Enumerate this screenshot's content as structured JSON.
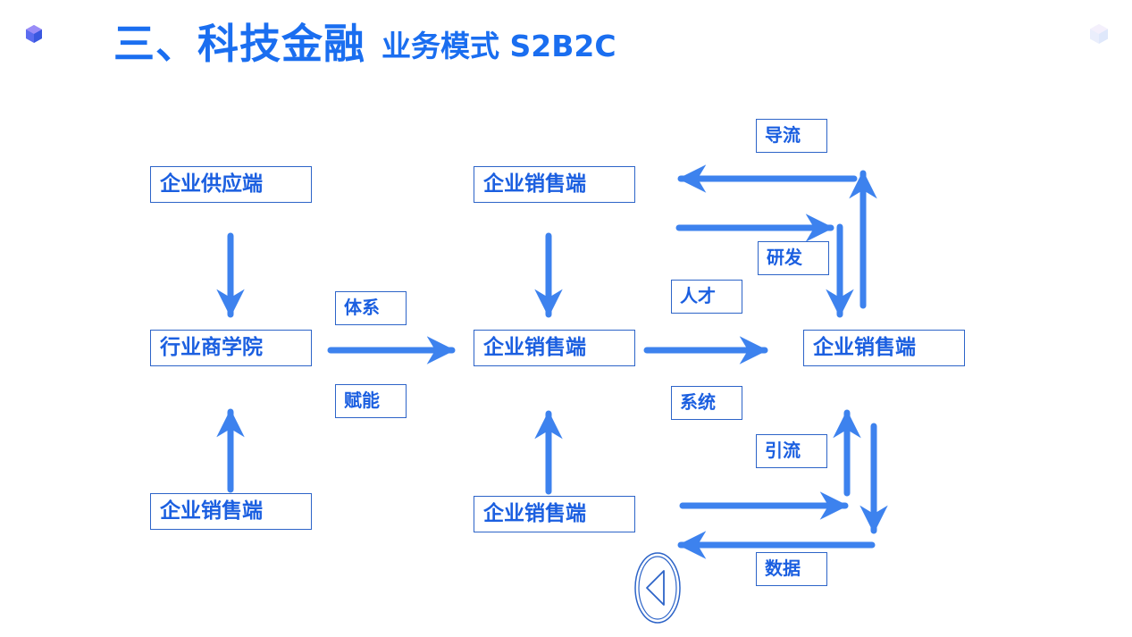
{
  "title": {
    "main": "三、科技金融",
    "sub": "业务模式  S2B2C"
  },
  "colors": {
    "title": "#1a6ef0",
    "arrow": "#3d82ee",
    "node_text": "#1b5fe0",
    "node_border": "#2d64c8"
  },
  "nodes": {
    "supply": "企业供应端",
    "academy": "行业商学院",
    "left_bottom": "企业销售端",
    "center_top": "企业销售端",
    "center": "企业销售端",
    "center_bottom": "企业销售端",
    "right": "企业销售端"
  },
  "edge_labels": {
    "system_label": "体系",
    "empower_label": "赋能",
    "talent_label": "人才",
    "system2_label": "系统",
    "guide_flow": "导流",
    "research": "研发",
    "attract_flow": "引流",
    "data": "数据"
  },
  "icons": {
    "back": "triangle-left-icon"
  }
}
